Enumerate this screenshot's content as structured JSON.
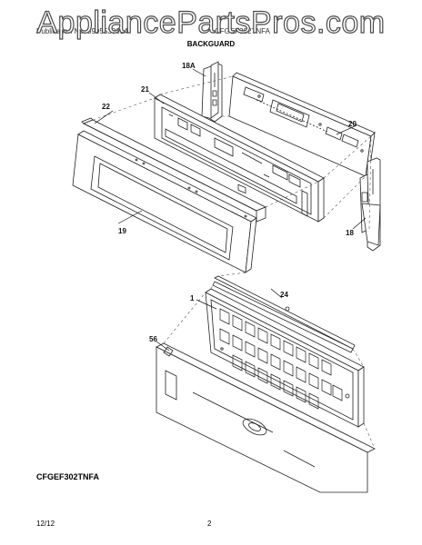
{
  "watermark": "AppliancePartsPros.com",
  "header": {
    "publication_left": "Publication No. 5995538614",
    "publication_right": "CFGEF302TNFA",
    "section_title": "BACKGUARD"
  },
  "callouts": {
    "c18a": "18A",
    "c21": "21",
    "c22": "22",
    "c20": "20",
    "c19": "19",
    "c18": "18",
    "c1": "1",
    "c24": "24",
    "c56": "56"
  },
  "footer": {
    "model": "CFGEF302TNFA",
    "date": "12/12",
    "page": "2"
  }
}
